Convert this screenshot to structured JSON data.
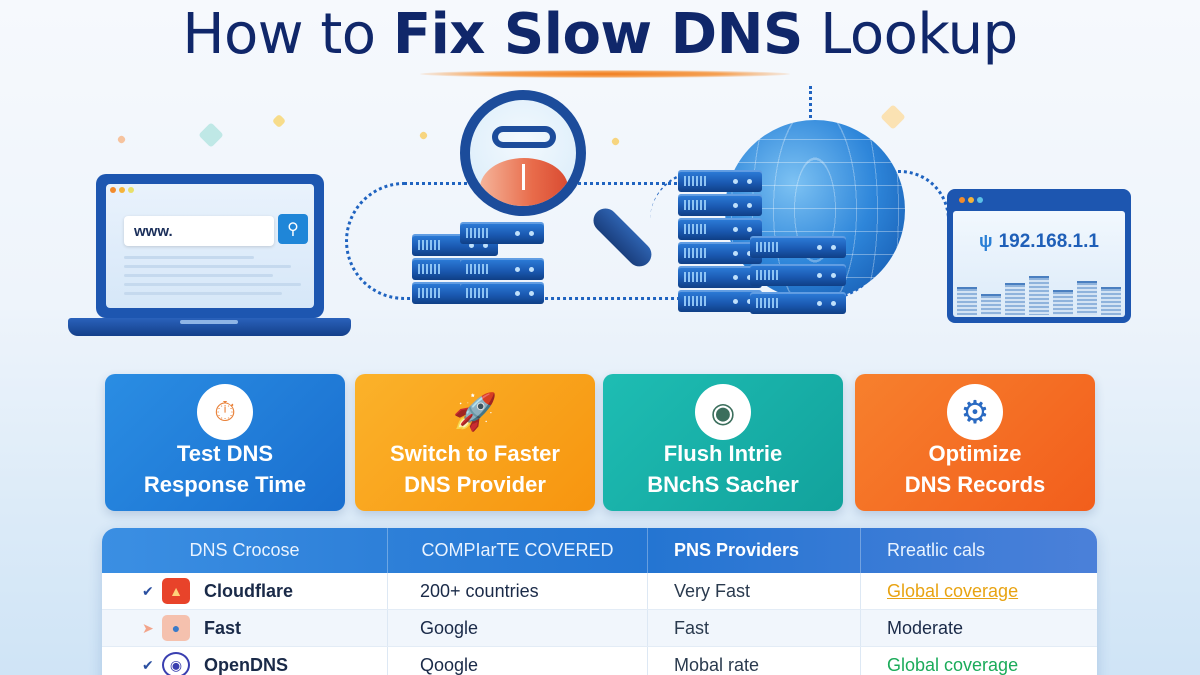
{
  "header": {
    "title_pre": "How to ",
    "title_bold": "Fix Slow DNS",
    "title_post": " Lookup"
  },
  "illustration": {
    "laptop": {
      "url_text": "www.",
      "search_icon": "search-icon",
      "dot_colors": [
        "#f28b2c",
        "#f5b43a",
        "#e8e06a"
      ]
    },
    "magnifier": {
      "icon": "magnifier-link-gauge-icon"
    },
    "globe": {
      "icon": "globe-icon"
    },
    "ip_window": {
      "ip_address": "192.168.1.1",
      "icon": "network-icon",
      "dot_colors": [
        "#f28b2c",
        "#f5b43a",
        "#5cc1e8"
      ]
    }
  },
  "cards": [
    {
      "line1": "Test DNS",
      "line2": "Response Time",
      "icon": "stopwatch-icon",
      "color": "#1e7fd9"
    },
    {
      "line1": "Switch to Faster",
      "line2": "DNS Provider",
      "icon": "rocket-icon",
      "color": "#f7a51c"
    },
    {
      "line1": "Flush Intrie",
      "line2": "BNchS Sacher",
      "icon": "cache-rock-icon",
      "color": "#1ab3aa"
    },
    {
      "line1": "Optimize",
      "line2": "DNS Records",
      "icon": "gear-icon",
      "color": "#f36c21"
    }
  ],
  "table": {
    "headers": [
      "DNS Crocose",
      "COMPIarTE COVERED",
      "PNS Providers",
      "Rreatlic cals"
    ],
    "rows": [
      {
        "provider": "Cloudflare",
        "coverage": "200+ countries",
        "speed": "Very Fast",
        "notes": "Global coverage",
        "notes_style": "orange",
        "icon_color": "#e8432a",
        "icon_glyph": "▲"
      },
      {
        "provider": "Fast",
        "coverage": "Google",
        "speed": "Fast",
        "notes": "Moderate",
        "notes_style": "plain",
        "icon_color": "#f2a48a",
        "icon_glyph": "●"
      },
      {
        "provider": "OpenDNS",
        "coverage": "Qoogle",
        "speed": "Mobal rate",
        "notes": "Global coverage",
        "notes_style": "green",
        "icon_color": "#3a3fb0",
        "icon_glyph": "◉"
      }
    ]
  }
}
